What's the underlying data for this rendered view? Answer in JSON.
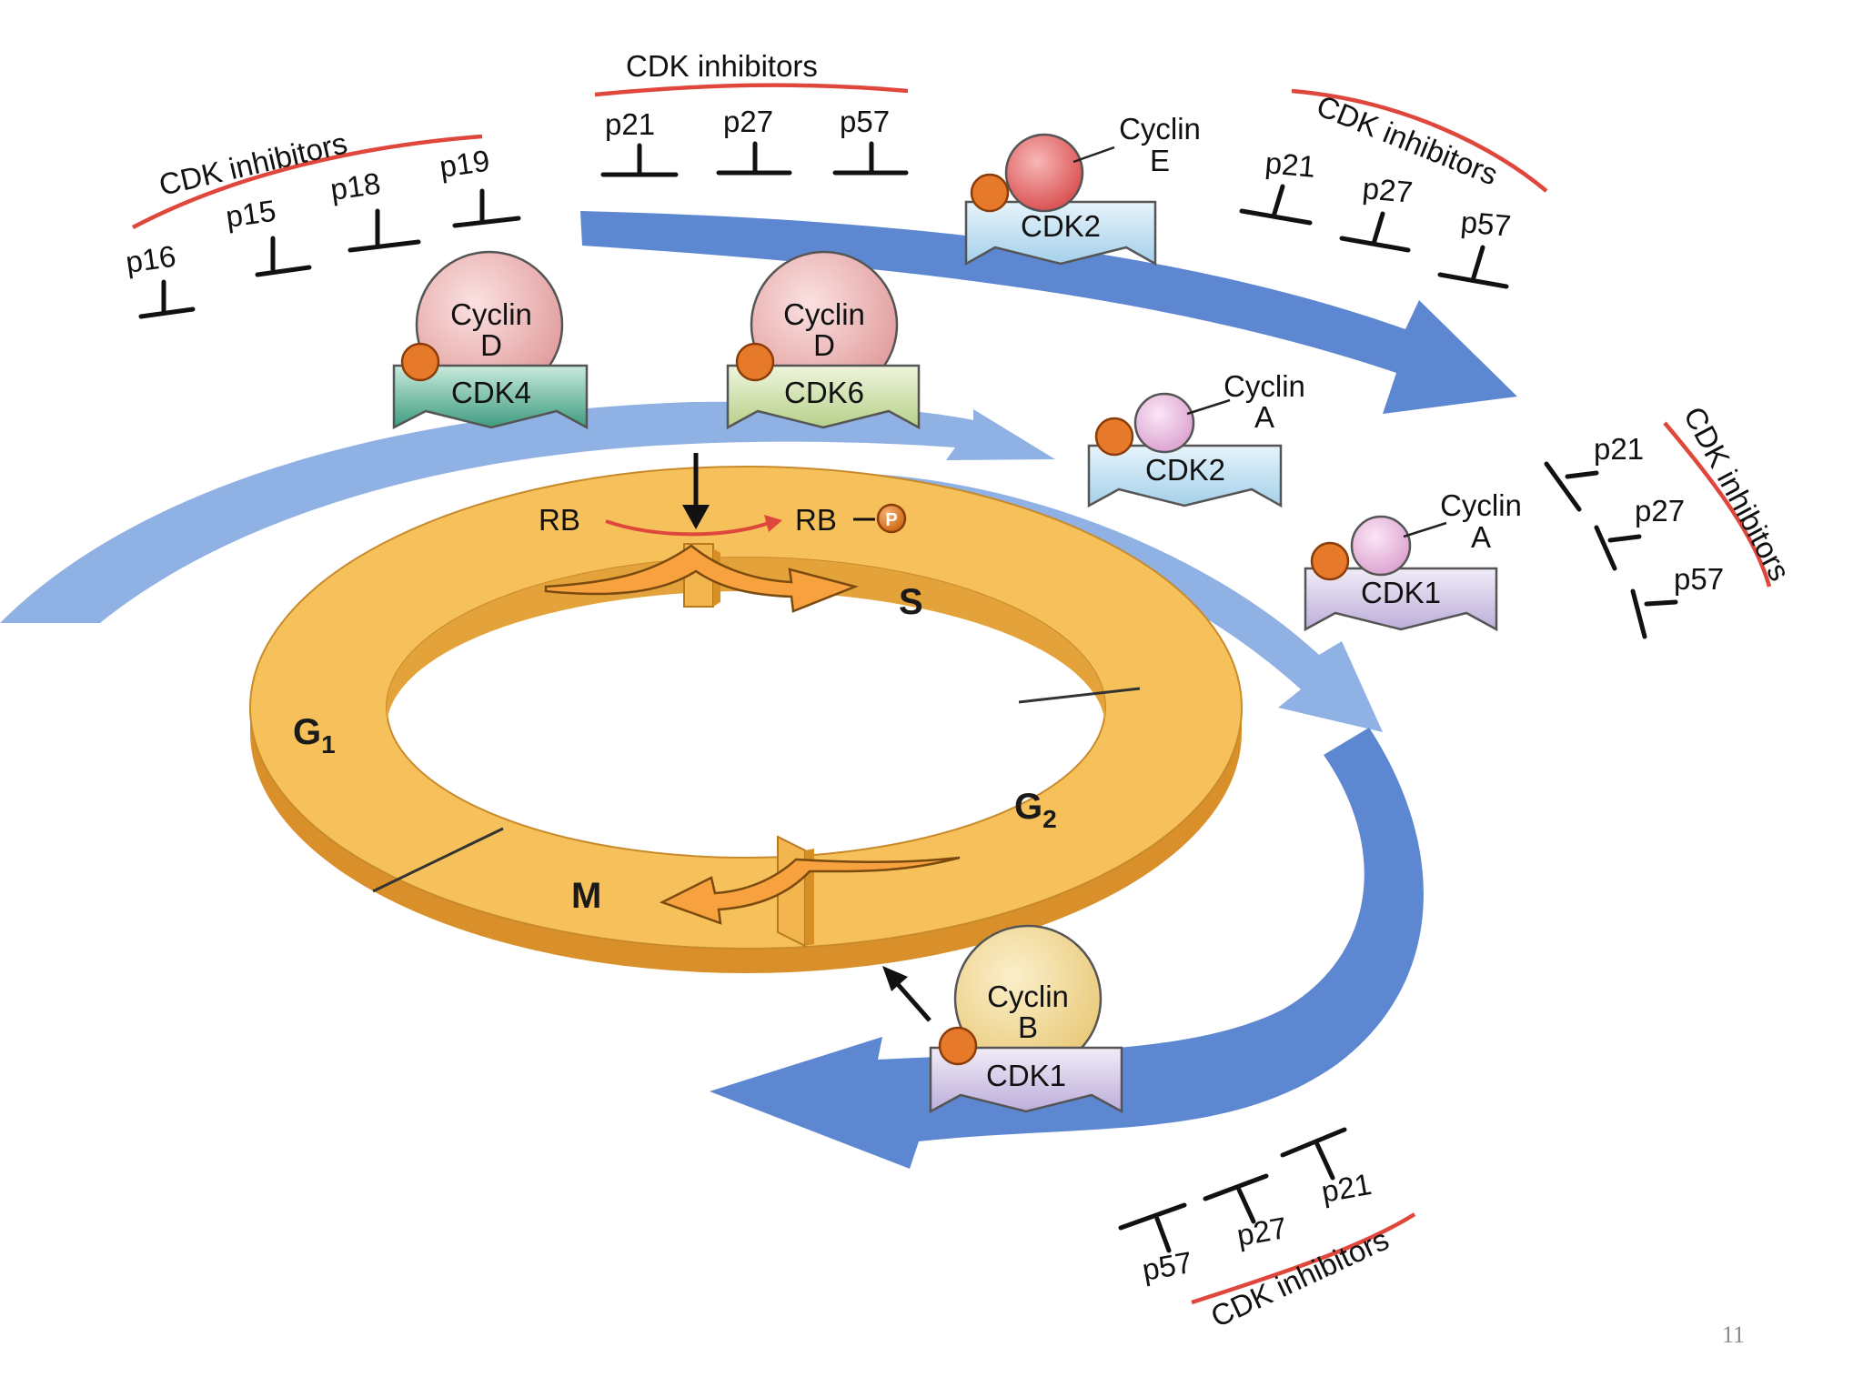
{
  "inhibitor_groups": {
    "top_left": {
      "title": "CDK inhibitors",
      "items": [
        "p16",
        "p15",
        "p18",
        "p19"
      ]
    },
    "top_center": {
      "title": "CDK inhibitors",
      "items": [
        "p21",
        "p27",
        "p57"
      ]
    },
    "top_right": {
      "title": "CDK inhibitors",
      "items": [
        "p21",
        "p27",
        "p57"
      ]
    },
    "right": {
      "title": "CDK inhibitors",
      "items": [
        "p21",
        "p27",
        "p57"
      ]
    },
    "bottom": {
      "title": "CDK inhibitors",
      "items": [
        "p57",
        "p27",
        "p21"
      ]
    }
  },
  "complexes": {
    "cdk4_cyclin_d": {
      "cyclin": [
        "Cyclin",
        "D"
      ],
      "cdk": "CDK4"
    },
    "cdk6_cyclin_d": {
      "cyclin": [
        "Cyclin",
        "D"
      ],
      "cdk": "CDK6"
    },
    "cdk2_cyclin_e": {
      "cyclin": [
        "Cyclin",
        "E"
      ],
      "cdk": "CDK2"
    },
    "cdk2_cyclin_a": {
      "cyclin": [
        "Cyclin",
        "A"
      ],
      "cdk": "CDK2"
    },
    "cdk1_cyclin_a": {
      "cyclin": [
        "Cyclin",
        "A"
      ],
      "cdk": "CDK1"
    },
    "cdk1_cyclin_b": {
      "cyclin": [
        "Cyclin",
        "B"
      ],
      "cdk": "CDK1"
    }
  },
  "rb": {
    "unphosphorylated": "RB",
    "phosphorylated": "RB",
    "phosphate": "P"
  },
  "phases": {
    "g1": "G",
    "g1_sub": "1",
    "s": "S",
    "g2": "G",
    "g2_sub": "2",
    "m": "M"
  },
  "page_number": "11",
  "colors": {
    "ring": "#f6c15a",
    "ring_side": "#e09a2c",
    "arrow_light": "#8fb1e3",
    "arrow_dark": "#5e87d2",
    "cyclin_d": "#e8a3a3",
    "cyclin_e": "#e06a6a",
    "cyclin_a": "#e8b7dc",
    "cyclin_b": "#f0d58a",
    "cdk4": "#4ea58c",
    "cdk6": "#c7dba0",
    "cdk2": "#b9dcef",
    "cdk1": "#cfc2e3",
    "phosphate": "#e7792a",
    "inhibitor_underline": "#e0473c"
  }
}
